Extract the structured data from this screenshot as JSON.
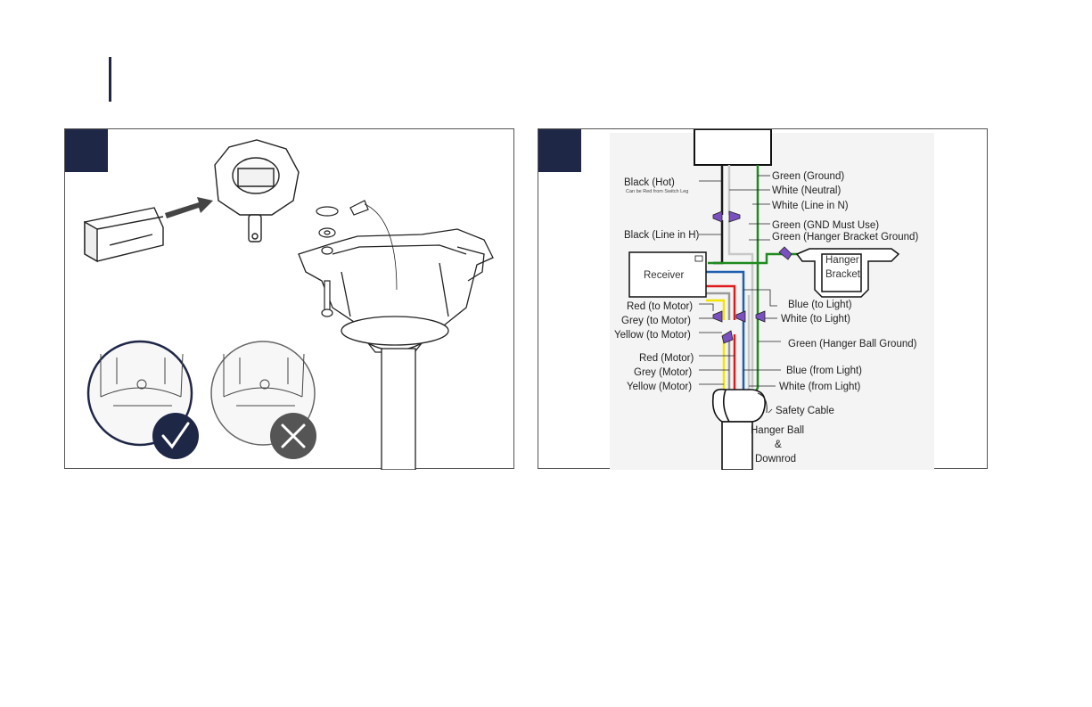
{
  "steps": [
    {
      "number": ""
    },
    {
      "number": ""
    }
  ],
  "indicators": {
    "correct": "check-mark",
    "incorrect": "x-mark"
  },
  "wiring": {
    "top_left": [
      {
        "main": "Black (Hot)",
        "note": "Can be Red from Switch Leg"
      },
      {
        "main": "Black (Line in H)"
      }
    ],
    "top_right": [
      "Green (Ground)",
      "White (Neutral)",
      "White (Line in N)",
      "Green (GND Must Use)",
      "Green (Hanger Bracket Ground)"
    ],
    "receiver_label": "Receiver",
    "hanger_bracket_label": [
      "Hanger",
      "Bracket"
    ],
    "left_motor_connect": [
      "Red (to Motor)",
      "Grey (to Motor)",
      "Yellow (to Motor)"
    ],
    "left_motor": [
      "Red (Motor)",
      "Grey (Motor)",
      "Yellow (Motor)"
    ],
    "right_light": [
      "Blue (to Light)",
      "White (to Light)"
    ],
    "hanger_ball_ground": "Green (Hanger Ball Ground)",
    "right_from_light": [
      "Blue (from Light)",
      "White (from Light)"
    ],
    "safety_cable": "Safety Cable",
    "hanger_ball": [
      "Hanger Ball",
      "&",
      "Downrod"
    ],
    "wire_colors": {
      "black": "#1a1a1a",
      "green": "#1f8a1f",
      "blue": "#1f5fb0",
      "red": "#e01b1b",
      "yellow": "#f2e500",
      "grey": "#9a9a9a",
      "white": "#d8d8d8",
      "nut": "#7a4fc0"
    }
  }
}
